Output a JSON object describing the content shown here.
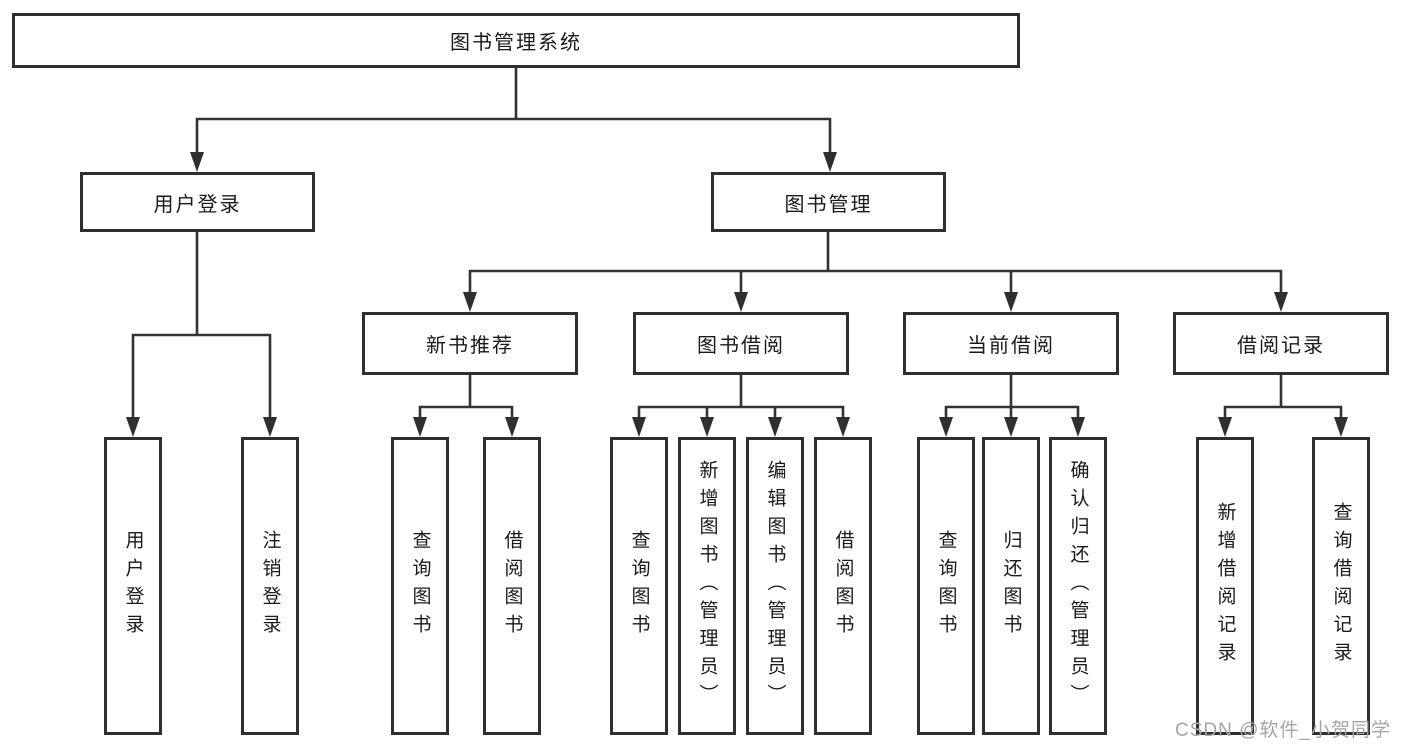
{
  "colors": {
    "line": "#333333",
    "box_border": "#2f2f2f",
    "text": "#1a1a1a",
    "background": "#ffffff",
    "watermark": "#a6a6a6"
  },
  "watermark": {
    "text": "CSDN @软件_小贺同学"
  },
  "tree": {
    "root": {
      "label": "图书管理系统"
    },
    "branches": [
      {
        "label": "用户登录",
        "children": [
          {
            "label": "用户登录"
          },
          {
            "label": "注销登录"
          }
        ]
      },
      {
        "label": "图书管理",
        "children": [
          {
            "label": "新书推荐",
            "children": [
              {
                "label": "查询图书"
              },
              {
                "label": "借阅图书"
              }
            ]
          },
          {
            "label": "图书借阅",
            "children": [
              {
                "label": "查询图书"
              },
              {
                "label": "新增图书（管理员）"
              },
              {
                "label": "编辑图书（管理员）"
              },
              {
                "label": "借阅图书"
              }
            ]
          },
          {
            "label": "当前借阅",
            "children": [
              {
                "label": "查询图书"
              },
              {
                "label": "归还图书"
              },
              {
                "label": "确认归还（管理员）"
              }
            ]
          },
          {
            "label": "借阅记录",
            "children": [
              {
                "label": "新增借阅记录"
              },
              {
                "label": "查询借阅记录"
              }
            ]
          }
        ]
      }
    ]
  }
}
